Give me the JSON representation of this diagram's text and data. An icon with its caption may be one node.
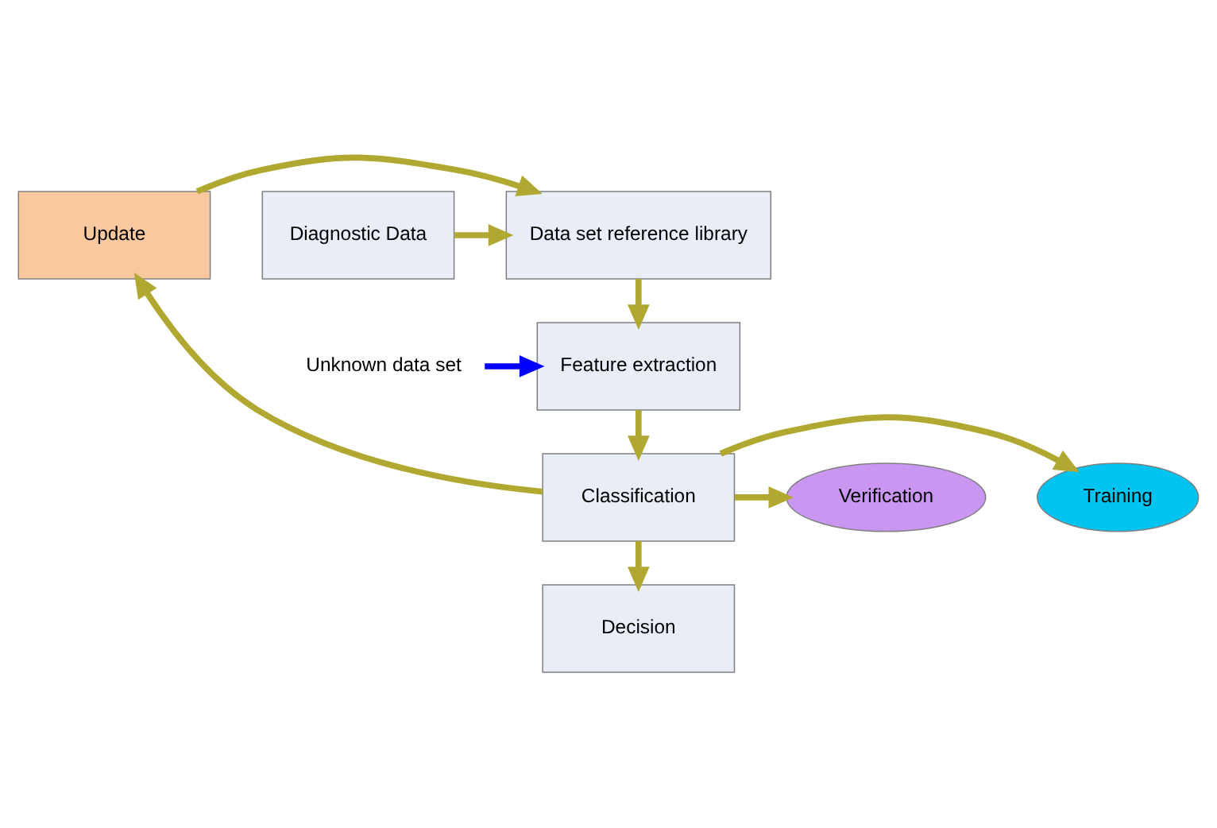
{
  "diagram": {
    "nodes": [
      {
        "text": [
          "Update"
        ]
      },
      {
        "text": [
          "Data set reference library"
        ]
      },
      {
        "text": [
          "Diagnostic Data"
        ]
      },
      {
        "text": [
          "Feature extraction"
        ]
      },
      {
        "text": [
          "Unknown data set"
        ]
      },
      {
        "text": [
          "Classification"
        ]
      },
      {
        "text": [
          "Training"
        ]
      },
      {
        "text": [
          "Verification"
        ]
      },
      {
        "text": [
          "Decision"
        ]
      }
    ],
    "edges": [
      {
        "from": 0,
        "to": 1,
        "arrow": "to"
      },
      {
        "from": 2,
        "to": 1,
        "arrow": "to"
      },
      {
        "from": 1,
        "to": 3,
        "arrow": "to"
      },
      {
        "from": 4,
        "to": 3,
        "arrow": "to",
        "color": "#0000ff"
      },
      {
        "from": 3,
        "to": 5,
        "arrow": "to"
      },
      {
        "from": 5,
        "to": 6,
        "arrow": "to"
      },
      {
        "from": 5,
        "to": 7,
        "arrow": "to"
      },
      {
        "from": 5,
        "to": 8,
        "arrow": "to"
      },
      {
        "from": 5,
        "to": 0,
        "arrow": "to"
      }
    ]
  }
}
